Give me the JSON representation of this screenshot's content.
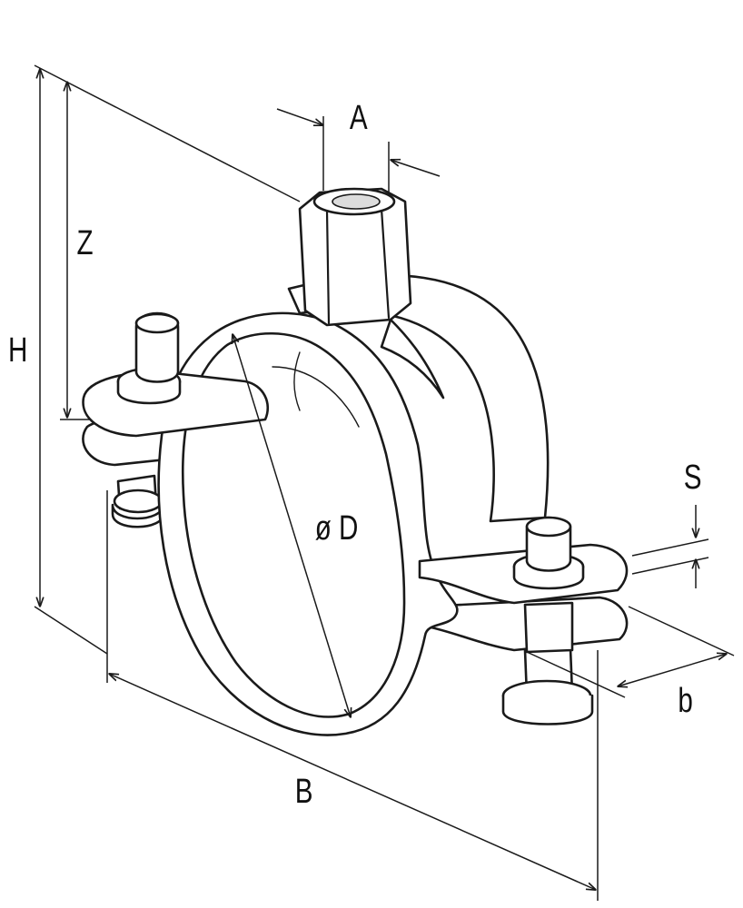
{
  "labels": {
    "a": "A",
    "z": "Z",
    "h": "H",
    "diameter": "ø D",
    "s": "S",
    "b_small": "b",
    "b_large": "B"
  },
  "colors": {
    "line": "#1a1a1a",
    "background": "#ffffff",
    "shade": "#dcdcdc"
  }
}
